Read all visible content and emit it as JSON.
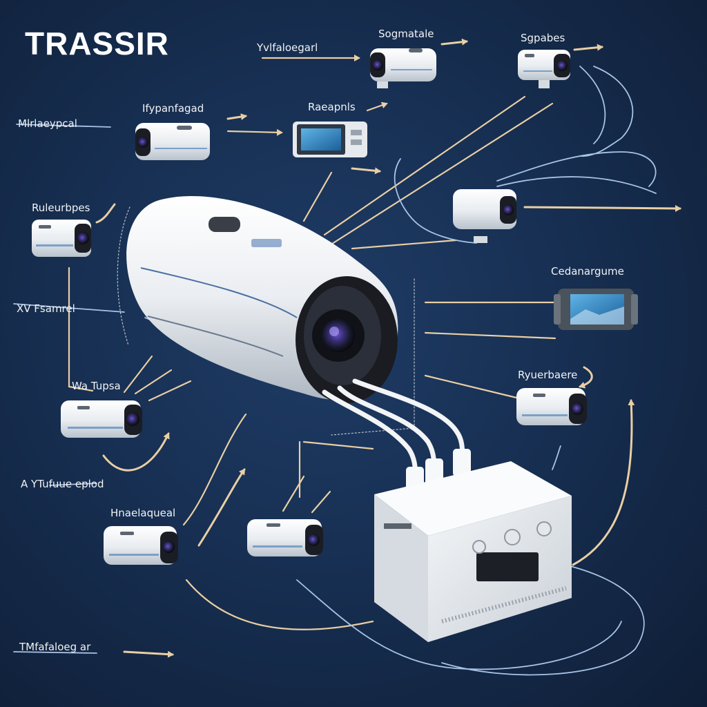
{
  "brand": {
    "name": "TRASSIR"
  },
  "labels": {
    "top_center": "Yvlfaloegarl",
    "top_cam1": "Sogmatale",
    "top_cam2": "Sgpabes",
    "left_top": "Mlrlaeypcal",
    "upper_cam": "Ifypanfagad",
    "monitor_top": "Raeapnls",
    "left_cam1": "Ruleurbpes",
    "left_mid": "XV Fsamrel",
    "left_cam2": "Wa Tupsa",
    "right_monitor": "Cedanargume",
    "right_cam": "Ryuerbaere",
    "left_low": "A YTufuue eplod",
    "low_cam": "Hnaelaqueal",
    "bottom": "TMfafaloeg ar"
  },
  "colors": {
    "background": "#172f52",
    "line_gold": "#e9cfa4",
    "line_blue": "#a8c4e6",
    "device_white": "#eef1f4"
  }
}
